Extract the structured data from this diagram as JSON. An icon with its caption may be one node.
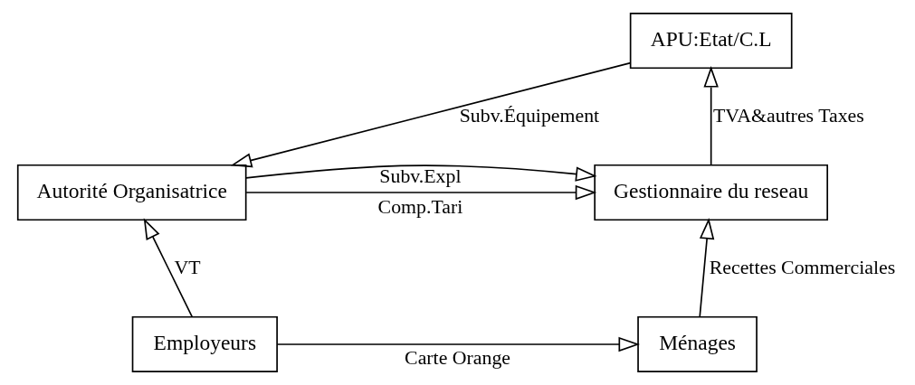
{
  "diagram": {
    "nodes": [
      {
        "text": [
          "APU:Etat/C.L"
        ]
      },
      {
        "text": [
          "Gestionnaire du reseau"
        ]
      },
      {
        "text": [
          "Autorité Organisatrice"
        ]
      },
      {
        "text": [
          "Ménages"
        ]
      },
      {
        "text": [
          "Employeurs"
        ]
      }
    ],
    "edges": [
      {
        "from": 1,
        "to": 0,
        "arrow": "to",
        "label": "TVA&autres Taxes"
      },
      {
        "from": 0,
        "to": 2,
        "arrow": "to",
        "label": "Subv.Équipement"
      },
      {
        "from": 2,
        "to": 1,
        "arrow": "to",
        "label": "Comp.Tari"
      },
      {
        "from": 2,
        "to": 1,
        "arrow": "to",
        "label": "Subv.Expl"
      },
      {
        "from": 3,
        "to": 1,
        "arrow": "to",
        "label": "Recettes Commerciales"
      },
      {
        "from": 4,
        "to": 2,
        "arrow": "to",
        "label": "VT"
      },
      {
        "from": 4,
        "to": 3,
        "arrow": "to",
        "label": "Carte Orange"
      }
    ]
  }
}
